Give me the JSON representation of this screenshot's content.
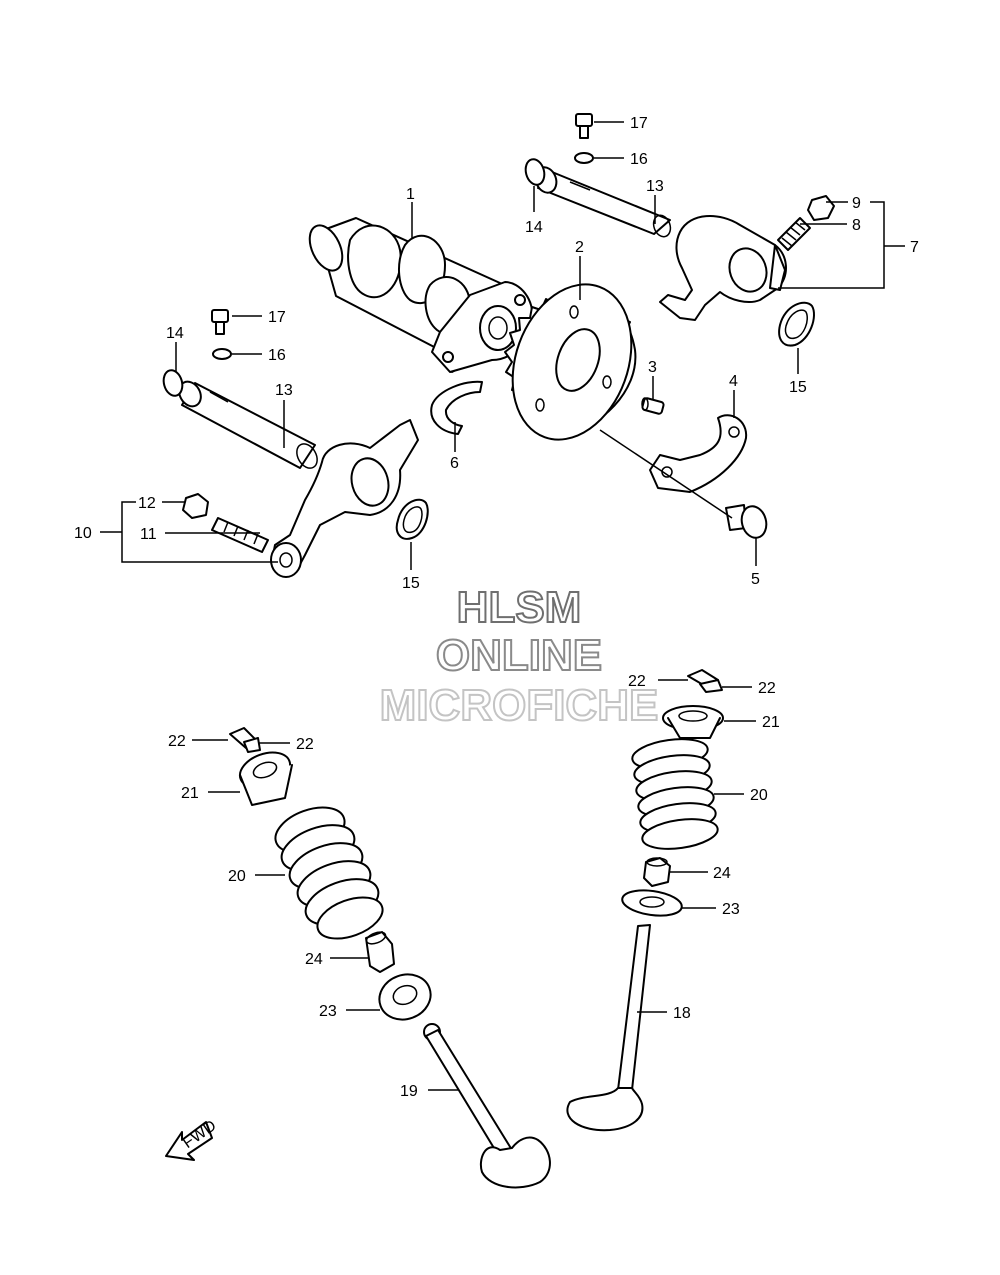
{
  "watermark": {
    "line1": "HLSM",
    "line2": "ONLINE",
    "line3": "MICROFICHE",
    "color1": "#6f6f6f",
    "color2": "#8a8a8a",
    "color3": "#c4c4c4"
  },
  "forward_arrow": {
    "text": "FWD"
  },
  "callouts": {
    "c1": "1",
    "c2": "2",
    "c3": "3",
    "c4": "4",
    "c5": "5",
    "c6": "6",
    "c7": "7",
    "c8": "8",
    "c9": "9",
    "c10": "10",
    "c11": "11",
    "c12": "12",
    "c13_upper": "13",
    "c13_lower": "13",
    "c14_upper": "14",
    "c14_lower": "14",
    "c15_right": "15",
    "c15_left": "15",
    "c16_upper": "16",
    "c16_lower": "16",
    "c17_upper": "17",
    "c17_lower": "17",
    "c18": "18",
    "c19": "19",
    "c20_right": "20",
    "c20_left": "20",
    "c21_right": "21",
    "c21_left": "21",
    "c22_right_a": "22",
    "c22_right_b": "22",
    "c22_left_a": "22",
    "c22_left_b": "22",
    "c23_right": "23",
    "c23_left": "23",
    "c24_right": "24",
    "c24_left": "24"
  }
}
